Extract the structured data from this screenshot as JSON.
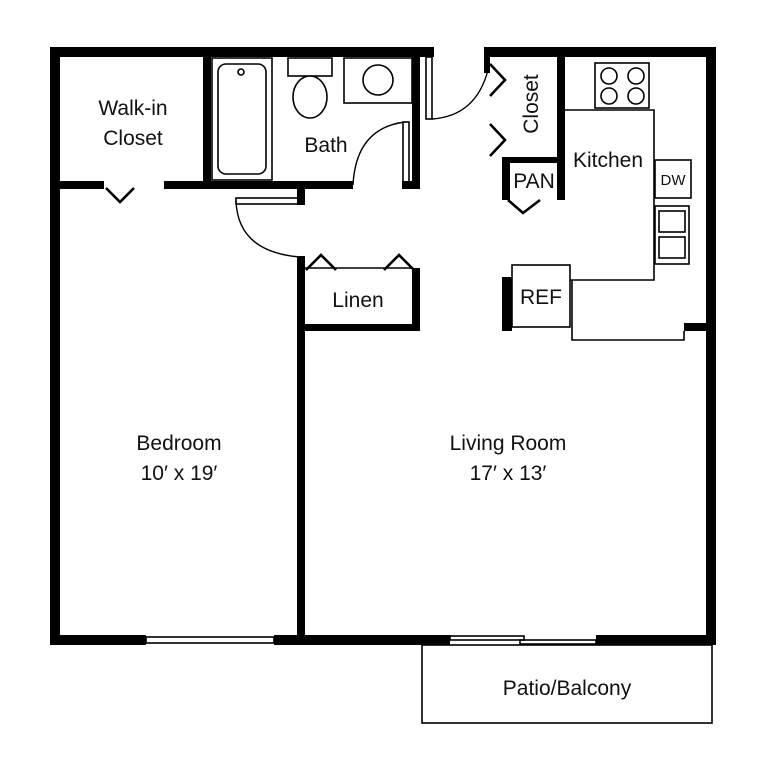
{
  "rooms": {
    "walk_in_closet": {
      "line1": "Walk-in",
      "line2": "Closet"
    },
    "bath": {
      "name": "Bath"
    },
    "closet": {
      "name": "Closet"
    },
    "kitchen": {
      "name": "Kitchen"
    },
    "pantry": {
      "name": "PAN"
    },
    "dishwasher": {
      "name": "DW"
    },
    "refrigerator": {
      "name": "REF"
    },
    "linen": {
      "name": "Linen"
    },
    "bedroom": {
      "name": "Bedroom",
      "size": "10′ x 19′"
    },
    "living_room": {
      "name": "Living Room",
      "size": "17′ x 13′"
    },
    "patio": {
      "name": "Patio/Balcony"
    }
  },
  "colors": {
    "wall": "#000000",
    "background": "#ffffff"
  }
}
